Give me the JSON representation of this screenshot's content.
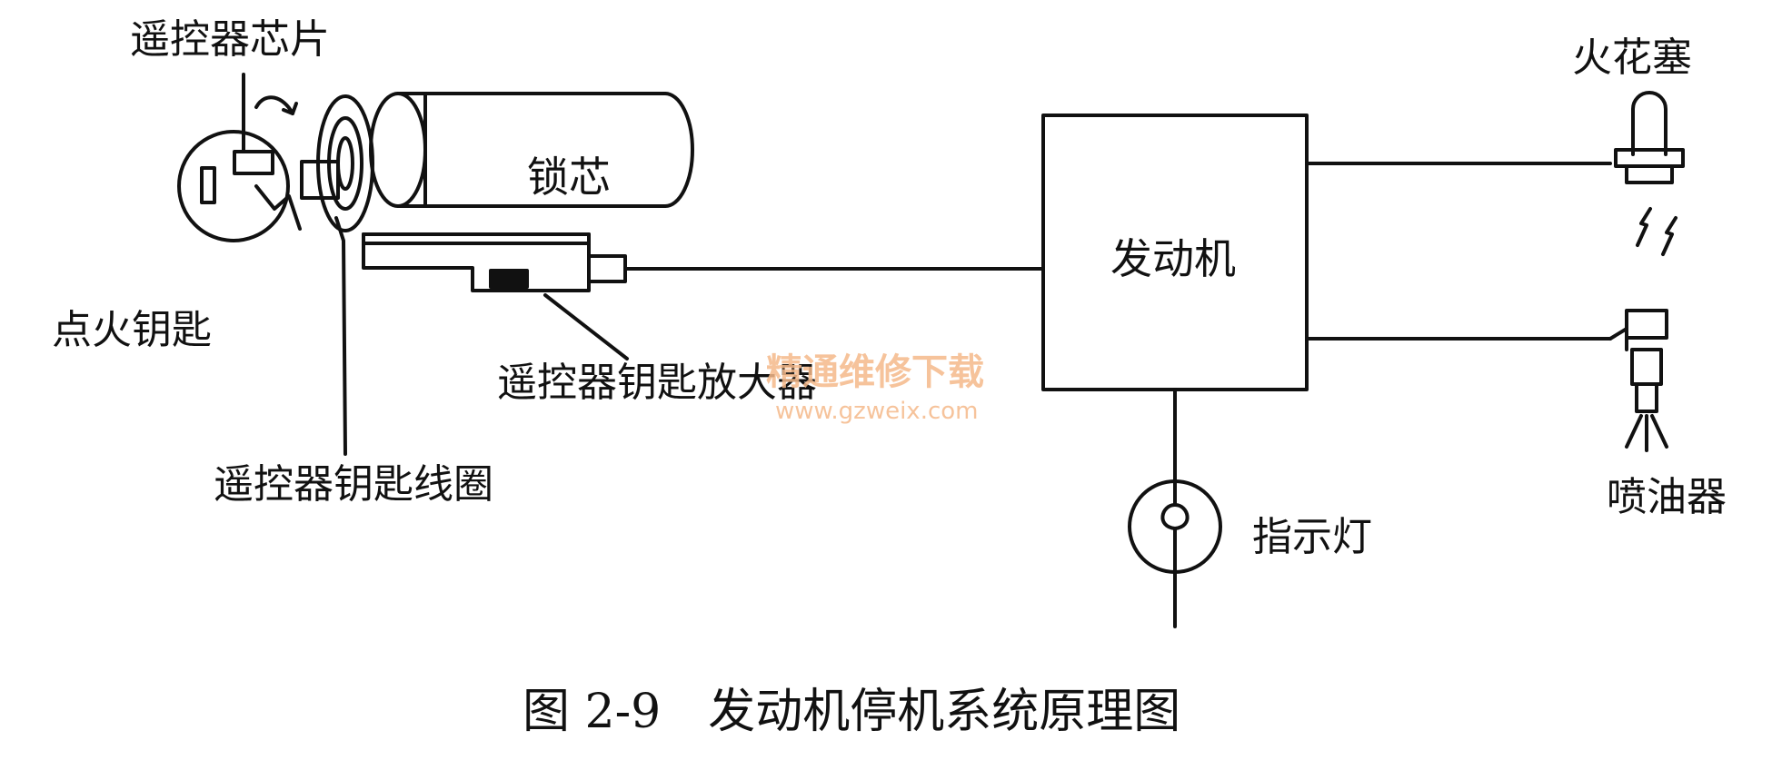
{
  "labels": {
    "remote_chip": "遥控器芯片",
    "ignition_key": "点火钥匙",
    "lock_cylinder": "锁芯",
    "key_amplifier": "遥控器钥匙放大器",
    "key_coil": "遥控器钥匙线圈",
    "engine": "发动机",
    "spark_plug": "火花塞",
    "injector": "喷油器",
    "indicator": "指示灯"
  },
  "caption": "图 2-9　发动机停机系统原理图",
  "watermark": {
    "line1": "精通维修下载",
    "line2": "www.gzweix.com",
    "color": "#f5b98a"
  },
  "colors": {
    "ink": "#111111",
    "background": "#ffffff"
  }
}
